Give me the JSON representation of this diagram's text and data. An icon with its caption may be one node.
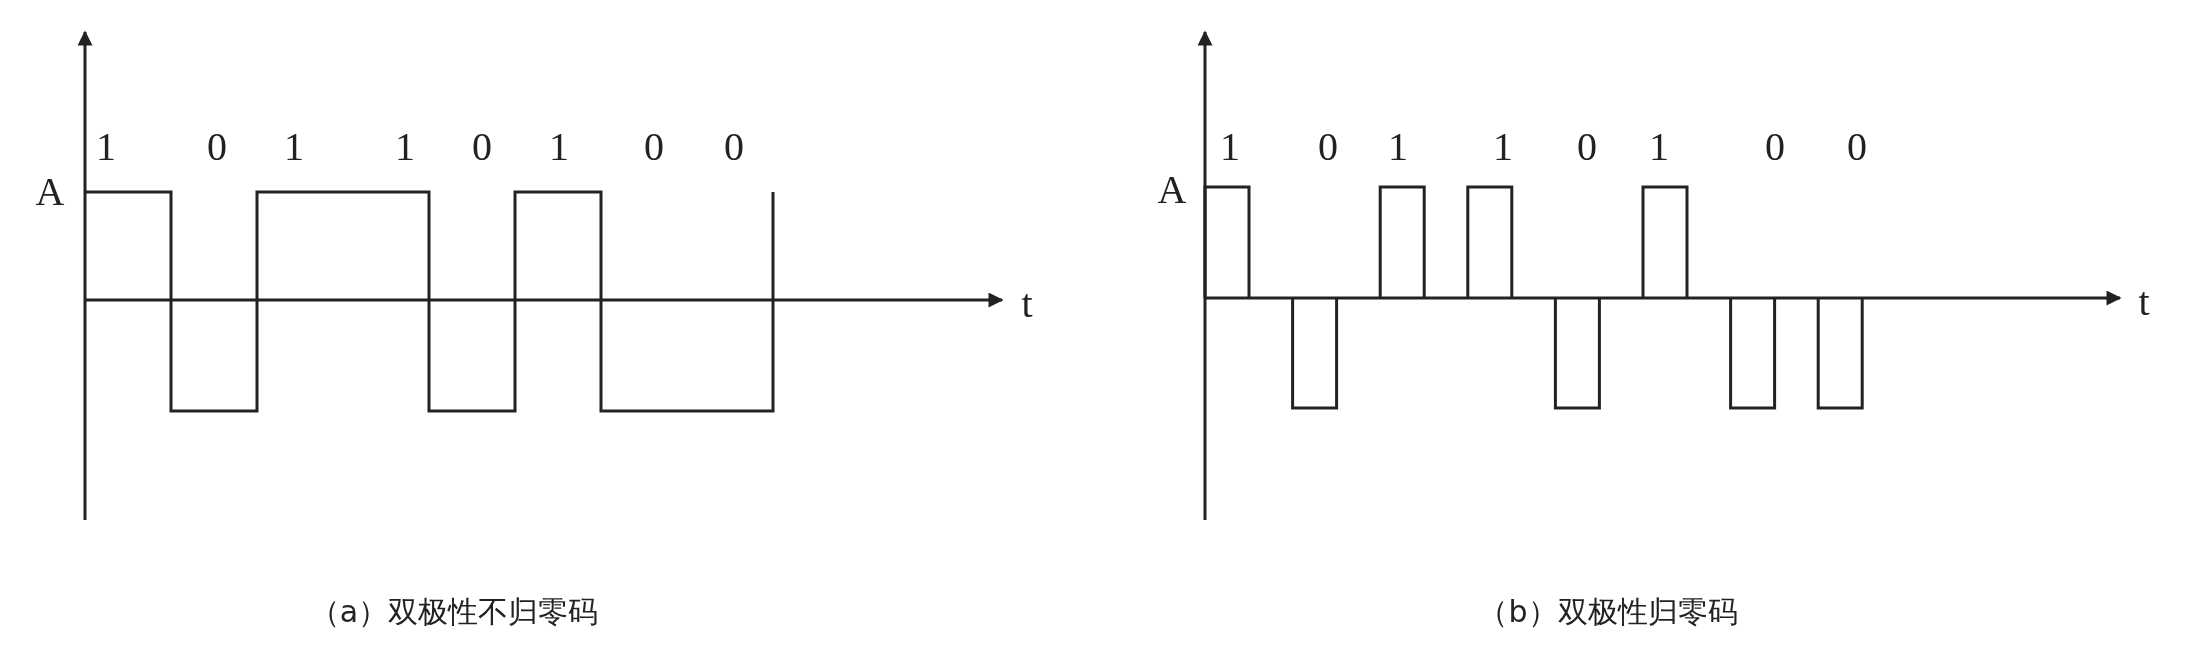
{
  "diagram": {
    "labels": [
      "1",
      "0",
      "1",
      "1",
      "0",
      "1",
      "0",
      "0",
      "1",
      "0",
      "1",
      "1",
      "0",
      "1",
      "0",
      "0",
      "A",
      "A",
      "t",
      "t",
      "（a）双极性不归零码",
      "（b）双极性归零码"
    ]
  }
}
